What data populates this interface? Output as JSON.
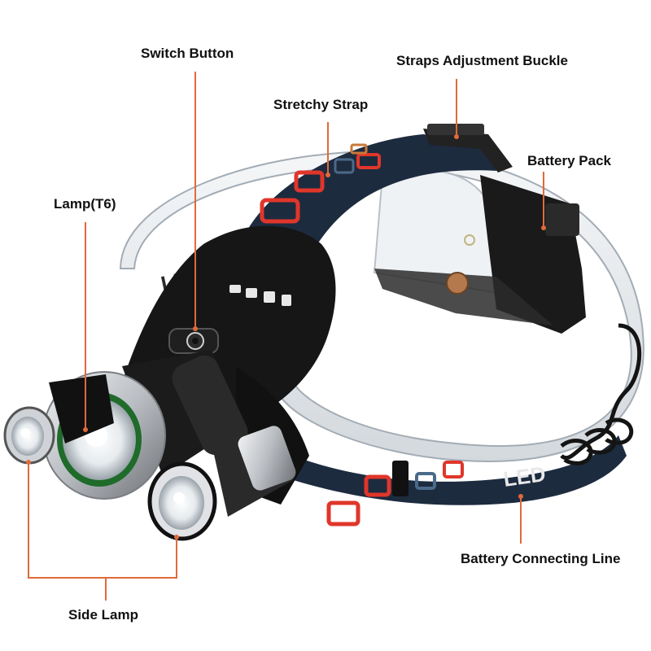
{
  "labels": {
    "switch_button": "Switch Button",
    "straps_buckle": "Straps Adjustment Buckle",
    "stretchy_strap": "Stretchy Strap",
    "battery_pack": "Battery Pack",
    "lamp": "Lamp(T6)",
    "battery_line": "Battery Connecting Line",
    "side_lamp": "Side Lamp"
  },
  "printed_marks": {
    "strap_text": "LED"
  },
  "colors": {
    "leader_line": "#e06a3a",
    "strap_dark": "#1d2b3f",
    "strap_red": "#e0362a",
    "strap_blue": "#4a6a8a",
    "housing": "#161616",
    "metal": "#c4c7cb",
    "band_clear": "#dfe3e7"
  }
}
